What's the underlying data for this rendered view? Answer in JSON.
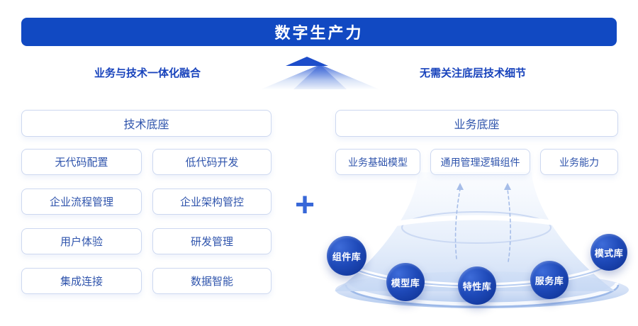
{
  "banner": {
    "title": "数字生产力"
  },
  "subtitles": {
    "left": "业务与技术一体化融合",
    "right": "无需关注底层技术细节"
  },
  "tech": {
    "header": "技术底座",
    "items": [
      "无代码配置",
      "低代码开发",
      "企业流程管理",
      "企业架构管控",
      "用户体验",
      "研发管理",
      "集成连接",
      "数据智能"
    ]
  },
  "plus": "+",
  "biz": {
    "header": "业务底座",
    "items": [
      "业务基础模型",
      "通用管理逻辑组件",
      "业务能力"
    ]
  },
  "libraries": [
    "组件库",
    "模型库",
    "特性库",
    "服务库",
    "模式库"
  ],
  "colors": {
    "banner-bg": "#1149C2",
    "accent-text": "#1843BC",
    "box-border": "#CDD8F0",
    "box-text": "#2F54AC",
    "plus-color": "#3767D8",
    "badge-light": "#3E6CD9",
    "badge-mid": "#1E49B8",
    "badge-dark": "#0D2F8E"
  }
}
